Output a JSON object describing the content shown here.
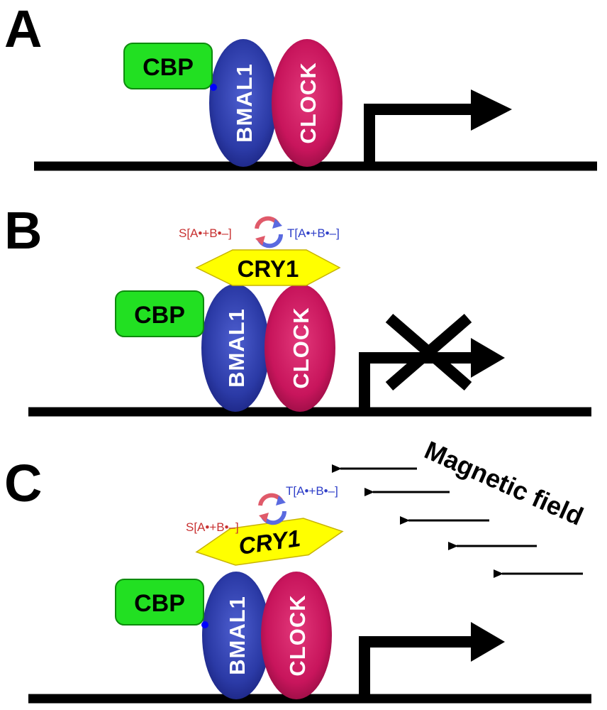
{
  "panels": [
    {
      "label": "A",
      "cbp": "CBP",
      "bmal": "BMAL1",
      "clock": "CLOCK"
    },
    {
      "label": "B",
      "cbp": "CBP",
      "bmal": "BMAL1",
      "clock": "CLOCK",
      "cry": "CRY1",
      "singlet": "S[A•+B•–]",
      "triplet": "T[A•+B•–]"
    },
    {
      "label": "C",
      "cbp": "CBP",
      "bmal": "BMAL1",
      "clock": "CLOCK",
      "cry": "CRY1",
      "singlet": "S[A•+B•–]",
      "triplet": "T[A•+B•–]",
      "field_label": "Magnetic field"
    }
  ],
  "colors": {
    "cbp": "#22e022",
    "bmal": "#2b3aa6",
    "clock": "#c8155c",
    "cry": "#ffff00",
    "singlet": "#c83232",
    "triplet": "#2f3fc8",
    "dna": "#000000"
  }
}
